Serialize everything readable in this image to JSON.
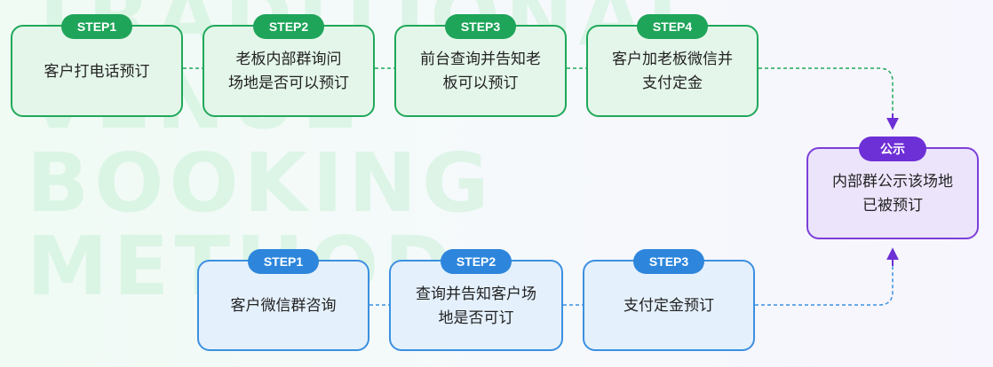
{
  "watermark": "TRADITIONAL\nVENUE\nBOOKING\nMETHOD",
  "traditional_flow": [
    {
      "step": "STEP1",
      "text": "客户打电话预订"
    },
    {
      "step": "STEP2",
      "text": "老板内部群询问\n场地是否可以预订"
    },
    {
      "step": "STEP3",
      "text": "前台查询并告知老\n板可以预订"
    },
    {
      "step": "STEP4",
      "text": "客户加老板微信并\n支付定金"
    }
  ],
  "online_flow": [
    {
      "step": "STEP1",
      "text": "客户微信群咨询"
    },
    {
      "step": "STEP2",
      "text": "查询并告知客户场\n地是否可订"
    },
    {
      "step": "STEP3",
      "text": "支付定金预订"
    }
  ],
  "result": {
    "tag": "公示",
    "text": "内部群公示该场地\n已被预订"
  },
  "colors": {
    "green": "#1fa55a",
    "blue": "#2d86dc",
    "purple": "#6d2fd6"
  }
}
